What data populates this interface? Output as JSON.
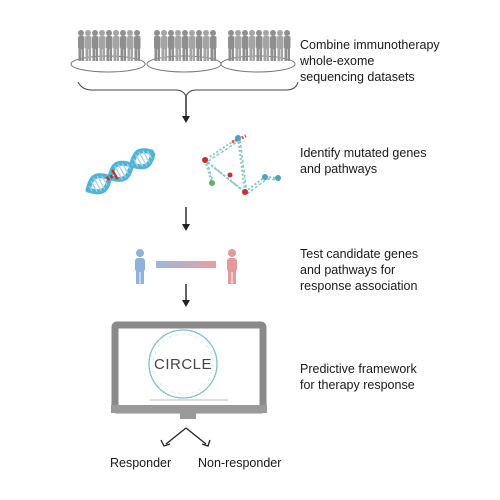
{
  "steps": [
    {
      "lines": [
        "Combine immunotherapy",
        "whole-exome",
        "sequencing datasets"
      ]
    },
    {
      "lines": [
        "Identify mutated genes",
        "and pathways"
      ]
    },
    {
      "lines": [
        "Test candidate genes",
        "and pathways for",
        "response association"
      ]
    },
    {
      "lines": [
        "Predictive framework",
        "for therapy response"
      ]
    }
  ],
  "framework_name": "CIRCLE",
  "outcomes": {
    "responder": "Responder",
    "non_responder": "Non-responder"
  },
  "colors": {
    "people": "#9a9a9a",
    "dna": "#4fb3d9",
    "dna_highlight": "#c9302c",
    "responder_figure": "#8fb2d9",
    "non_responder_figure": "#e39a9a",
    "monitor": "#8a8a8a",
    "circle_ring": "#7fc0c9",
    "arrow": "#222222"
  },
  "icons": [
    "patient-cohort-icon",
    "dna-helix-icon",
    "pathway-network-icon",
    "person-icon",
    "monitor-icon"
  ]
}
